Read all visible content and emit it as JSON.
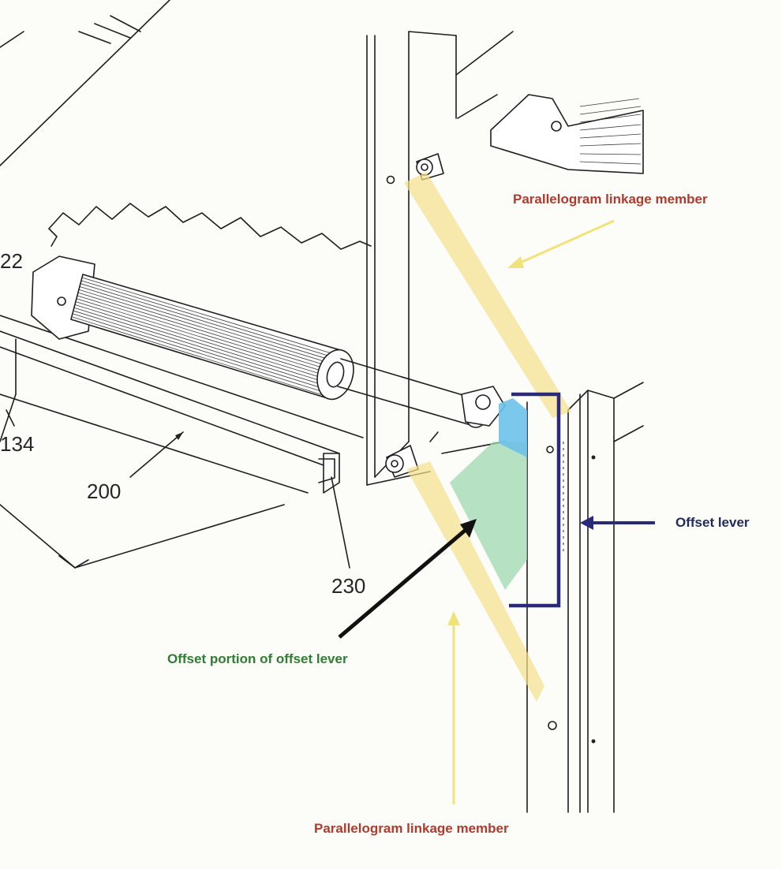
{
  "labels": {
    "parallelogram_top": "Parallelogram linkage member",
    "parallelogram_bottom": "Parallelogram linkage member",
    "offset_lever": "Offset lever",
    "offset_portion": "Offset portion of offset lever"
  },
  "reference_numerals": {
    "r22": "22",
    "r134": "134",
    "r200": "200",
    "r230": "230"
  },
  "colors": {
    "linkage_label": "#b03a2e",
    "offset_lever_label": "#1f2a5c",
    "offset_portion_label": "#2e7d32",
    "linkage_highlight": "#f5e08a",
    "offset_portion_highlight": "#9fd9b0",
    "lever_blue_highlight": "#6ec1ea",
    "lever_outline": "#2b2a7a",
    "yellow_arrow": "#f2e27a",
    "black_arrow": "#111111"
  }
}
